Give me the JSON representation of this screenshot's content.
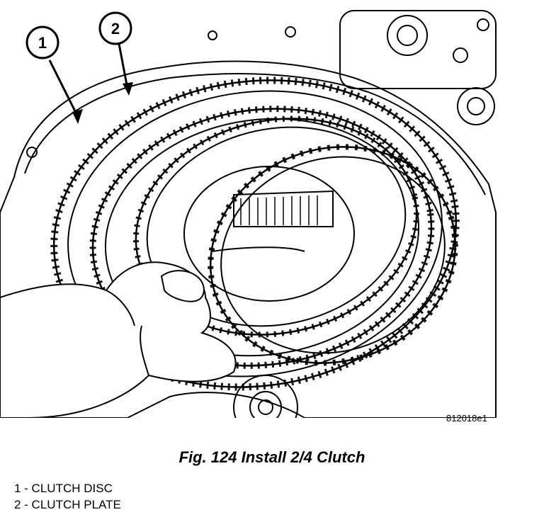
{
  "figure": {
    "callouts": [
      {
        "number": "1"
      },
      {
        "number": "2"
      }
    ],
    "drawing_code": "812018e1"
  },
  "caption": "Fig. 124 Install 2/4 Clutch",
  "legend": [
    {
      "text": "1 - CLUTCH DISC"
    },
    {
      "text": "2 - CLUTCH PLATE"
    }
  ]
}
